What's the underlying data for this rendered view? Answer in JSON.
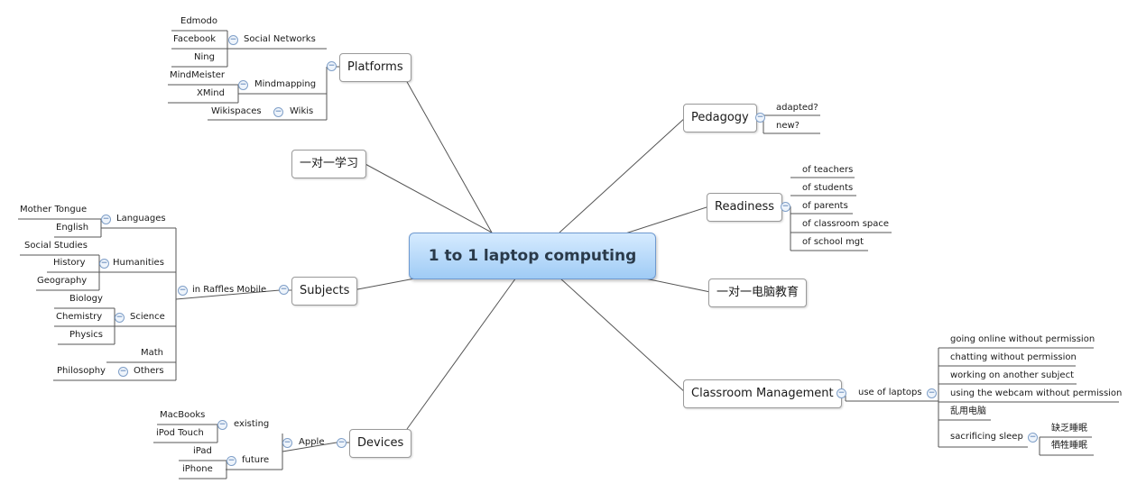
{
  "central_topic": "1 to 1 laptop computing",
  "branches": {
    "platforms": "Platforms",
    "social_networks": "Social Networks",
    "edmodo": "Edmodo",
    "facebook": "Facebook",
    "ning": "Ning",
    "mindmapping": "Mindmapping",
    "mindmeister": "MindMeister",
    "xmind": "XMind",
    "wikis": "Wikis",
    "wikispaces": "Wikispaces",
    "chinese_one_to_one": "一对一学习",
    "subjects": "Subjects",
    "in_raffles_mobile": "in Raffles Mobile",
    "languages": "Languages",
    "mother_tongue": "Mother Tongue",
    "english": "English",
    "humanities": "Humanities",
    "social_studies": "Social Studies",
    "history": "History",
    "geography": "Geography",
    "science": "Science",
    "biology": "Biology",
    "chemistry": "Chemistry",
    "physics": "Physics",
    "math": "Math",
    "others": "Others",
    "philosophy": "Philosophy",
    "devices": "Devices",
    "apple": "Apple",
    "existing": "existing",
    "macbooks": "MacBooks",
    "ipod_touch": "iPod Touch",
    "future": "future",
    "ipad": "iPad",
    "iphone": "iPhone",
    "pedagogy": "Pedagogy",
    "adapted": "adapted?",
    "new": "new?",
    "readiness": "Readiness",
    "of_teachers": "of teachers",
    "of_students": "of students",
    "of_parents": "of parents",
    "of_classroom_space": "of classroom space",
    "of_school_mgt": "of school mgt",
    "chinese_computer_education": "一对一电脑教育",
    "classroom_management": "Classroom Management",
    "use_of_laptops": "use of laptops",
    "going_online": "going online without permission",
    "chatting": "chatting without permission",
    "working_another": "working on another subject",
    "webcam": "using the webcam without permission",
    "misuse_cn": "乱用电脑",
    "sacrificing_sleep": "sacrificing sleep",
    "lack_sleep_cn": "缺乏睡眠",
    "sacrifice_sleep_cn": "牺牲睡眠"
  },
  "fold_symbol": "−",
  "colors": {
    "central_fill": "#9fcbf5",
    "central_border": "#6f9ad0",
    "line": "#555555",
    "fold": "#3f6aa8"
  }
}
